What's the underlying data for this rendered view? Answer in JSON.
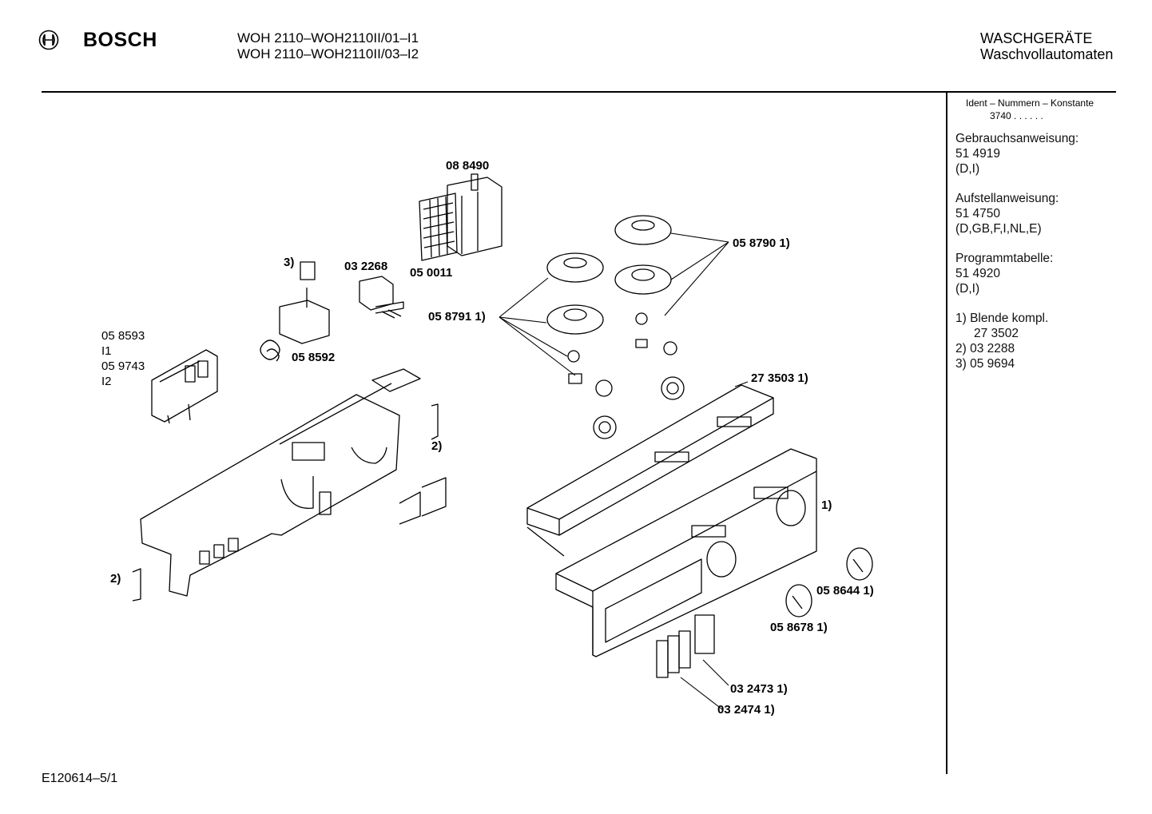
{
  "header": {
    "brand": "BOSCH",
    "model_line_1": "WOH 2110–WOH2110II/01–I1",
    "model_line_2": "WOH 2110–WOH2110II/03–I2",
    "category_line_1": "WASCHGERÄTE",
    "category_line_2": "Waschvollautomaten"
  },
  "sidebar": {
    "ident_title": "Ident – Nummern – Konstante",
    "ident_value": "3740 .  .   .  .  .  .",
    "blocks": [
      {
        "title": "Gebrauchsanweisung:",
        "number": "51 4919",
        "langs": "(D,I)"
      },
      {
        "title": "Aufstellanweisung:",
        "number": "51 4750",
        "langs": "(D,GB,F,I,NL,E)"
      },
      {
        "title": "Programmtabelle:",
        "number": "51 4920",
        "langs": "(D,I)"
      }
    ],
    "notes": [
      {
        "line1": "1)  Blende kompl.",
        "line2": "27 3502"
      },
      {
        "line1": "2)  03 2288"
      },
      {
        "line1": "3)  05 9694"
      }
    ]
  },
  "parts": {
    "p_088490": "08 8490",
    "p_050011": "05 0011",
    "p_032268": "03 2268",
    "p_note3": "3)",
    "p_058592": "05 8592",
    "p_058593": "05 8593",
    "p_i1": "I1",
    "p_059743": "05 9743",
    "p_i2": "I2",
    "p_058790": "05 8790 1)",
    "p_058791": "05 8791 1)",
    "p_273503": "27 3503 1)",
    "p_note2a": "2)",
    "p_note2b": "2)",
    "p_note1": "1)",
    "p_058644": "05 8644 1)",
    "p_058678": "05 8678 1)",
    "p_032473": "03 2473 1)",
    "p_032474": "03 2474 1)"
  },
  "footer": {
    "code": "E120614–5/1"
  }
}
